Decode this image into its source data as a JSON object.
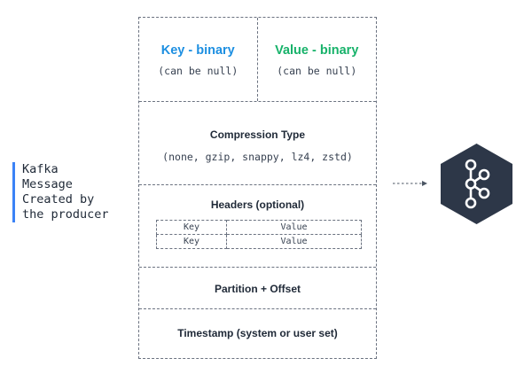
{
  "side_label": {
    "lines": [
      "Kafka",
      "Message",
      "Created by",
      "the producer"
    ],
    "accent_color": "#3b82f6"
  },
  "message": {
    "key": {
      "title": "Key - binary",
      "subtitle": "(can be null)",
      "color": "#1d8fe1"
    },
    "value": {
      "title": "Value - binary",
      "subtitle": "(can be null)",
      "color": "#17b26a"
    },
    "compression": {
      "title": "Compression Type",
      "subtitle": "(none, gzip, snappy, lz4, zstd)"
    },
    "headers": {
      "title": "Headers (optional)",
      "rows": [
        {
          "key": "Key",
          "value": "Value"
        },
        {
          "key": "Key",
          "value": "Value"
        }
      ]
    },
    "partition": {
      "title": "Partition + Offset"
    },
    "timestamp": {
      "title": "Timestamp (system or user set)"
    }
  },
  "kafka_logo": {
    "icon": "kafka-logo-icon",
    "color": "#2d3748"
  }
}
